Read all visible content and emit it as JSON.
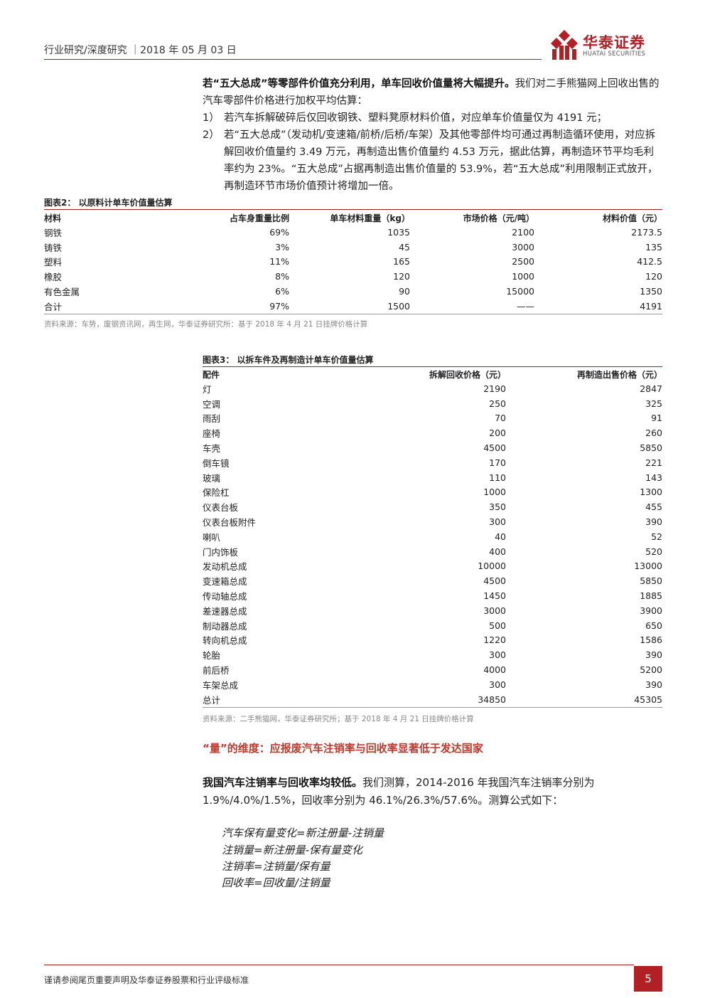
{
  "header": {
    "text": "行业研究/深度研究 ｜2018 年 05 月 03 日",
    "logo_cn": "华泰证券",
    "logo_en": "HUATAI SECURITIES",
    "accent": "#b21f24"
  },
  "intro": {
    "bold": "若“五大总成”等零部件价值充分利用，单车回收价值量将大幅提升。",
    "rest": "我们对二手熊猫网上回收出售的汽车零部件价格进行加权平均估算："
  },
  "list": [
    {
      "num": "1）",
      "text": "若汽车拆解破碎后仅回收钢铁、塑料凳原材料价值，对应单车价值量仅为 4191 元；"
    },
    {
      "num": "2）",
      "text": "若“五大总成”（发动机/变速箱/前桥/后桥/车架）及其他零部件均可通过再制造循环使用，对应拆解回收价值量约 3.49 万元，再制造出售价值量约 4.53 万元，据此估算，再制造环节平均毛利率约为 23%。“五大总成”占据再制造出售价值量的 53.9%，若“五大总成”利用限制正式放开，再制造环节市场价值预计将增加一倍。"
    }
  ],
  "table2": {
    "title": "图表2：  以原料计单车价值量估算",
    "headers": [
      "材料",
      "占车身重量比例",
      "单车材料重量（kg）",
      "市场价格（元/吨）",
      "材料价值（元）"
    ],
    "rows": [
      [
        "钢铁",
        "69%",
        "1035",
        "2100",
        "2173.5"
      ],
      [
        "铸铁",
        "3%",
        "45",
        "3000",
        "135"
      ],
      [
        "塑料",
        "11%",
        "165",
        "2500",
        "412.5"
      ],
      [
        "橡胶",
        "8%",
        "120",
        "1000",
        "120"
      ],
      [
        "有色金属",
        "6%",
        "90",
        "15000",
        "1350"
      ],
      [
        "合计",
        "97%",
        "1500",
        "——",
        "4191"
      ]
    ],
    "source": "资料来源：车势，废钢资讯网，再生网，华泰证券研究所：基于 2018 年 4 月 21 日挂牌价格计算"
  },
  "table3": {
    "title": "图表3：  以拆车件及再制造计单车价值量估算",
    "headers": [
      "配件",
      "拆解回收价格（元）",
      "再制造出售价格（元）"
    ],
    "rows": [
      [
        "灯",
        "2190",
        "2847"
      ],
      [
        "空调",
        "250",
        "325"
      ],
      [
        "雨刮",
        "70",
        "91"
      ],
      [
        "座椅",
        "200",
        "260"
      ],
      [
        "车壳",
        "4500",
        "5850"
      ],
      [
        "倒车镜",
        "170",
        "221"
      ],
      [
        "玻璃",
        "110",
        "143"
      ],
      [
        "保险杠",
        "1000",
        "1300"
      ],
      [
        "仪表台板",
        "350",
        "455"
      ],
      [
        "仪表台板附件",
        "300",
        "390"
      ],
      [
        "喇叭",
        "40",
        "52"
      ],
      [
        "门内饰板",
        "400",
        "520"
      ],
      [
        "发动机总成",
        "10000",
        "13000"
      ],
      [
        "变速箱总成",
        "4500",
        "5850"
      ],
      [
        "传动轴总成",
        "1450",
        "1885"
      ],
      [
        "差速器总成",
        "3000",
        "3900"
      ],
      [
        "制动器总成",
        "500",
        "650"
      ],
      [
        "转向机总成",
        "1220",
        "1586"
      ],
      [
        "轮胎",
        "300",
        "390"
      ],
      [
        "前后桥",
        "4000",
        "5200"
      ],
      [
        "车架总成",
        "300",
        "390"
      ],
      [
        "总计",
        "34850",
        "45305"
      ]
    ],
    "source": "资料来源：二手熊猫网，华泰证券研究所；基于 2018 年 4 月 21 日挂牌价格计算"
  },
  "section": {
    "title": "“量”的维度：应报废汽车注销率与回收率显著低于发达国家",
    "bold": "我国汽车注销率与回收率均较低。",
    "rest": "我们测算，2014-2016 年我国汽车注销率分别为 1.9%/4.0%/1.5%，回收率分别为 46.1%/26.3%/57.6%。测算公式如下："
  },
  "formulas": [
    "汽车保有量变化=新注册量-注销量",
    "注销量=新注册量-保有量变化",
    "注销率=注销量/保有量",
    "回收率=回收量/注销量"
  ],
  "footer": {
    "text": "谨请参阅尾页重要声明及华泰证券股票和行业评级标准",
    "page": "5"
  }
}
